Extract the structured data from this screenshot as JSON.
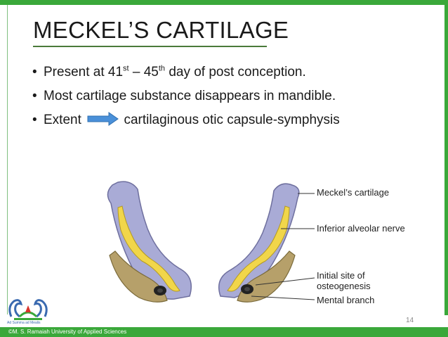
{
  "slide": {
    "title": "MECKEL’S CARTILAGE",
    "bullets": [
      {
        "prefix": "Present at 41",
        "sup1": "st",
        "middle": " – 45",
        "sup2": "th",
        "suffix": " day of post conception."
      },
      {
        "text": "Most cartilage substance disappears in mandible."
      },
      {
        "left": "Extent",
        "right": "cartilaginous otic capsule-symphysis"
      }
    ],
    "bullet_char": "•",
    "page_number": "14"
  },
  "diagram": {
    "labels": {
      "meckels": "Meckel’s cartilage",
      "nerve": "Inferior alveolar nerve",
      "initial1": "Initial site of",
      "initial2": "osteogenesis",
      "mental": "Mental branch"
    }
  },
  "footer": {
    "text": "©M. S. Ramaiah University of Applied Sciences",
    "logo_tagline": "Ad Summa ad Mealis"
  },
  "colors": {
    "accent_green": "#3aa83a",
    "arrow_blue": "#4a90d9",
    "cartilage": "#a9abd6",
    "nerve": "#f1d64a"
  }
}
